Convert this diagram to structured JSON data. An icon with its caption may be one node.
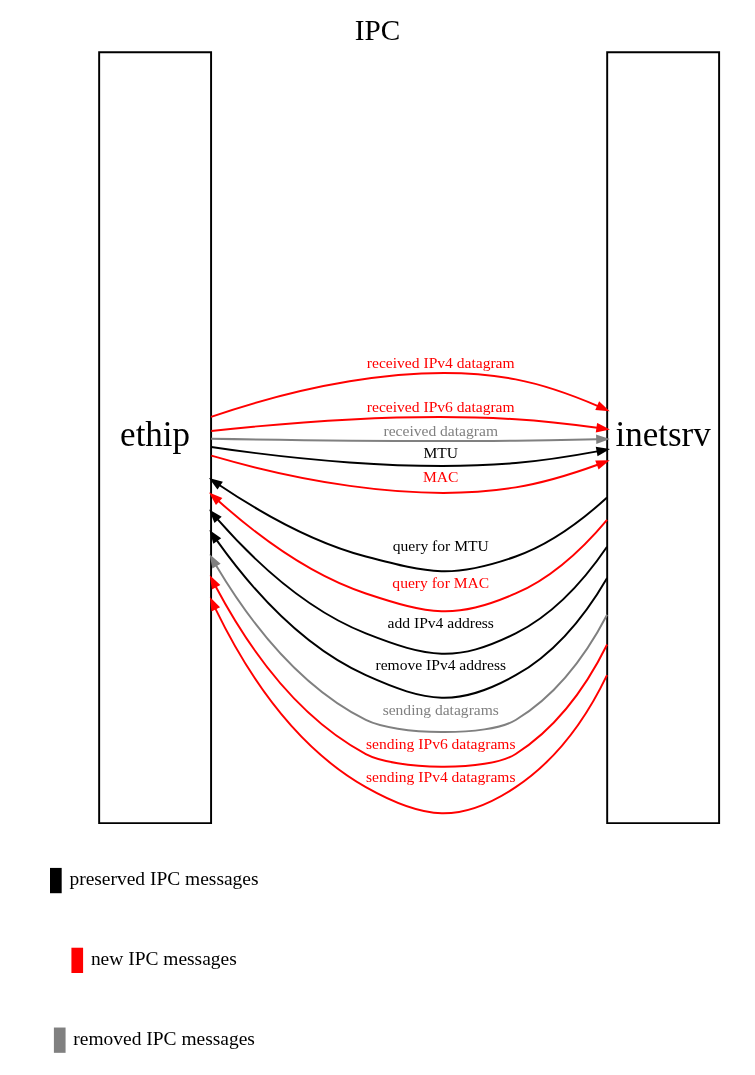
{
  "diagram": {
    "title": "IPC",
    "nodes": [
      {
        "text": [
          "ethip"
        ]
      },
      {
        "text": [
          "inetsrv"
        ]
      }
    ],
    "edges": [
      {
        "from": 0,
        "to": 1,
        "arrow": "to",
        "label": "received IPv4 datagram",
        "color": "#ff0000"
      },
      {
        "from": 0,
        "to": 1,
        "arrow": "to",
        "label": "received IPv6 datagram",
        "color": "#ff0000"
      },
      {
        "from": 0,
        "to": 1,
        "arrow": "to",
        "label": "received datagram",
        "color": "#808080"
      },
      {
        "from": 1,
        "to": 0,
        "arrow": "to",
        "label": "query for MTU",
        "color": "#000000"
      },
      {
        "from": 0,
        "to": 1,
        "arrow": "to",
        "label": "MTU",
        "color": "#000000"
      },
      {
        "from": 1,
        "to": 0,
        "arrow": "to",
        "label": "query for MAC",
        "color": "#ff0000"
      },
      {
        "from": 0,
        "to": 1,
        "arrow": "to",
        "label": "MAC",
        "color": "#ff0000"
      },
      {
        "from": 1,
        "to": 0,
        "arrow": "to",
        "label": "add IPv4 address",
        "color": "#000000"
      },
      {
        "from": 1,
        "to": 0,
        "arrow": "to",
        "label": "remove IPv4 address",
        "color": "#000000"
      },
      {
        "from": 1,
        "to": 0,
        "arrow": "to",
        "label": "sending datagrams",
        "color": "#808080"
      },
      {
        "from": 1,
        "to": 0,
        "arrow": "to",
        "label": "sending IPv6 datagrams",
        "color": "#ff0000"
      },
      {
        "from": 1,
        "to": 0,
        "arrow": "to",
        "label": "sending IPv4 datagrams",
        "color": "#ff0000"
      }
    ],
    "legend": [
      {
        "text": "preserved IPC messages",
        "color": "#000000"
      },
      {
        "text": "new IPC messages",
        "color": "#ff0000"
      },
      {
        "text": "removed IPC messages",
        "color": "#808080"
      }
    ]
  }
}
